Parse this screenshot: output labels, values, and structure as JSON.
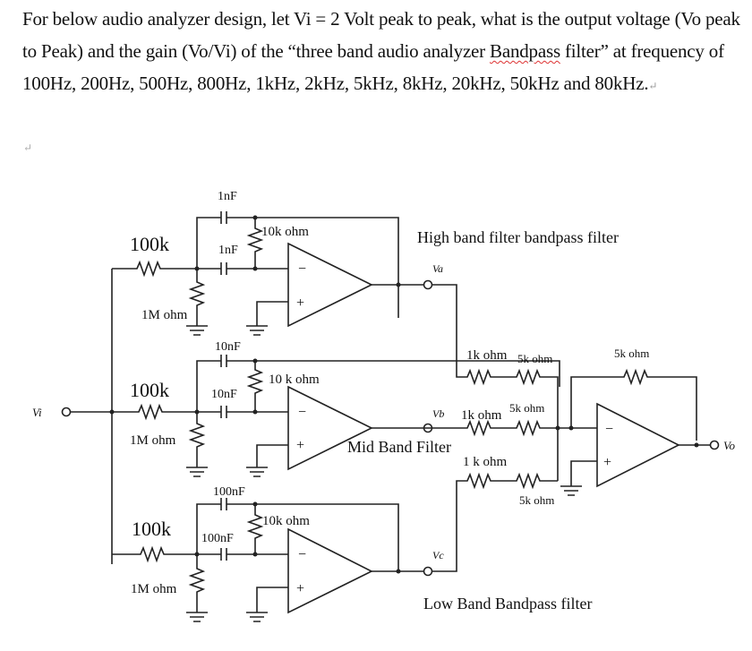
{
  "question": {
    "prefix": "For below audio analyzer design, let Vi = 2 Volt peak to peak, what is the output voltage (Vo peak to Peak) and the gain (Vo/Vi) of the “three band audio analyzer ",
    "squiggle_word": "Bandpass",
    "suffix": " filter” at frequency of 100Hz, 200Hz, 500Hz, 800Hz, 1kHz, 2kHz, 5kHz, 8kHz, 20kHz, 50kHz and 80kHz.",
    "vi_pp": "2 Volt",
    "frequencies": [
      "100Hz",
      "200Hz",
      "500Hz",
      "800Hz",
      "1kHz",
      "2kHz",
      "5kHz",
      "8kHz",
      "20kHz",
      "50kHz",
      "80kHz"
    ],
    "para_mark": "↵"
  },
  "circuit": {
    "input_label": "Vi",
    "output_label": "Vo",
    "high_band": {
      "title": "High band filter bandpass filter",
      "r_in": "100k",
      "r_shunt": "1M ohm",
      "c_top": "1nF",
      "c_series": "1nF",
      "r_feedback": "10k ohm",
      "node": "Va"
    },
    "mid_band": {
      "title": "Mid Band Filter",
      "r_in": "100k",
      "r_shunt": "1M ohm",
      "c_top": "10nF",
      "c_series": "10nF",
      "r_feedback": "10 k ohm",
      "node": "Vb"
    },
    "low_band": {
      "title": "Low Band Bandpass filter",
      "r_in": "100k",
      "r_shunt": "1M ohm",
      "c_top": "100nF",
      "c_series": "100nF",
      "r_feedback": "10k ohm",
      "node": "Vc"
    },
    "summer": {
      "a_r1": "1k ohm",
      "a_r2": "5k ohm",
      "b_r1": "1k ohm",
      "b_r2": "5k ohm",
      "c_r1": "1 k ohm",
      "c_r2": "5k ohm",
      "r_feedback": "5k ohm"
    },
    "opamp_minus": "−",
    "opamp_plus": "+"
  }
}
